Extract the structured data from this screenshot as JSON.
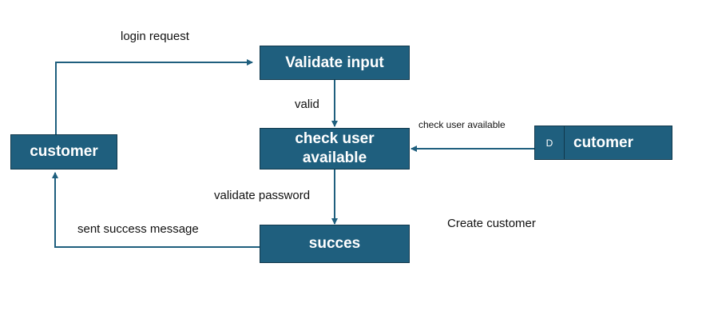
{
  "nodes": {
    "customer_entity": "customer",
    "validate_input": "Validate input",
    "check_user": "check user available",
    "success": "succes",
    "datastore_id": "D",
    "datastore_name": "cutomer"
  },
  "flows": {
    "login_request": "login request",
    "valid": "valid",
    "check_user_available": "check user available",
    "validate_password": "validate password",
    "sent_success": "sent success message"
  },
  "caption": "Create customer",
  "colors": {
    "box_fill": "#1f5f7e",
    "box_border": "#10384c",
    "arrow": "#1f5f7e",
    "text": "#111111"
  }
}
